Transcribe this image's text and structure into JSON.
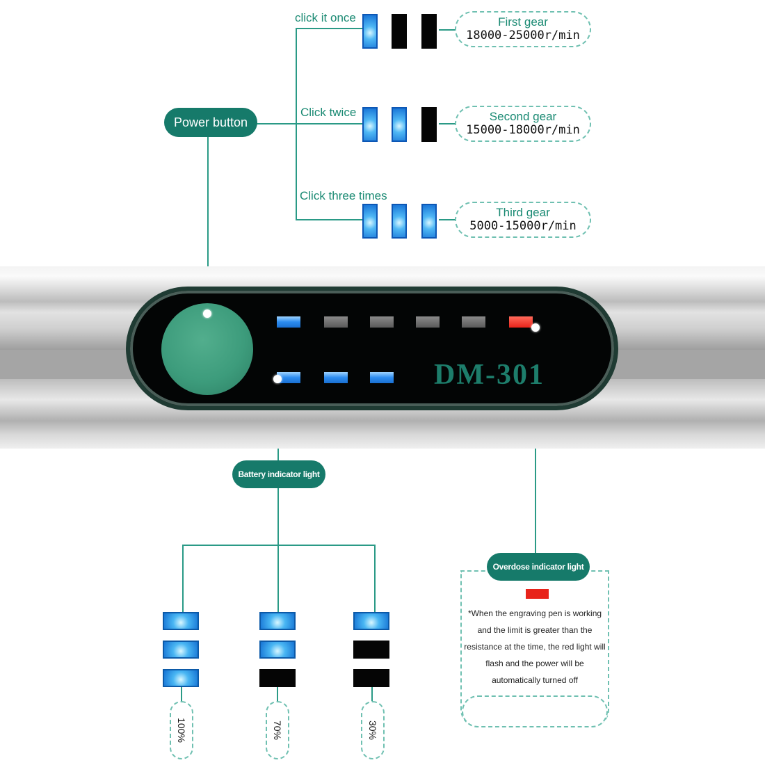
{
  "power_button": {
    "label": "Power button"
  },
  "gears": [
    {
      "click_label": "click it once",
      "name": "First gear",
      "speed": "18000-25000r/min",
      "lights": [
        "on",
        "off",
        "off"
      ]
    },
    {
      "click_label": "Click twice",
      "name": "Second gear",
      "speed": "15000-18000r/min",
      "lights": [
        "on",
        "on",
        "off"
      ]
    },
    {
      "click_label": "Click three times",
      "name": "Third gear",
      "speed": "5000-15000r/min",
      "lights": [
        "on",
        "on",
        "on"
      ]
    }
  ],
  "device": {
    "model": "DM-301",
    "top_leds": [
      "blue",
      "gray",
      "gray",
      "gray",
      "gray",
      "red"
    ],
    "bottom_leds": [
      "blue",
      "blue",
      "blue"
    ]
  },
  "battery": {
    "label": "Battery indicator light",
    "levels": [
      {
        "percent": "100%",
        "bars": [
          "on",
          "on",
          "on"
        ]
      },
      {
        "percent": "70%",
        "bars": [
          "on",
          "on",
          "off"
        ]
      },
      {
        "percent": "30%",
        "bars": [
          "on",
          "off",
          "off"
        ]
      }
    ]
  },
  "overdose": {
    "label": "Overdose indicator light",
    "description": "*When the engraving pen is working and the limit is greater than the resistance at the time, the red light will flash and the power will be automatically turned off"
  },
  "colors": {
    "accent": "#167a6a",
    "line": "#2a9a86",
    "led_blue": "#2b8cf0",
    "led_red": "#e8231a"
  }
}
